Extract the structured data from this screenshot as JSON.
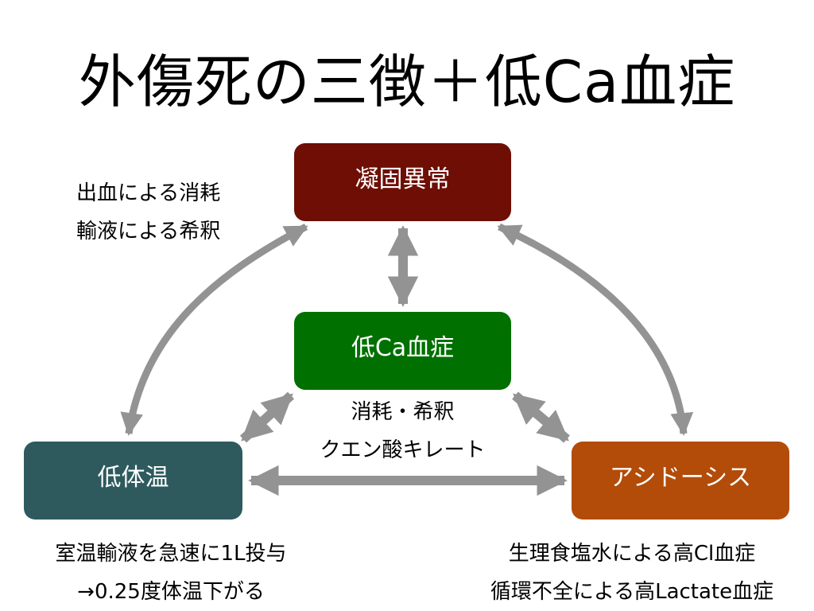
{
  "title": "外傷死の三徴＋低Ca血症",
  "nodes": {
    "coagulopathy": {
      "label": "凝固異常",
      "color": "#6e0e05"
    },
    "hypocalcemia": {
      "label": "低Ca血症",
      "color": "#007000"
    },
    "hypothermia": {
      "label": "低体温",
      "color": "#2e5a5e"
    },
    "acidosis": {
      "label": "アシドーシス",
      "color": "#b24c08"
    }
  },
  "notes": {
    "coagulopathy": [
      "出血による消耗",
      "輸液による希釈"
    ],
    "hypocalcemia": [
      "消耗・希釈",
      "クエン酸キレート"
    ],
    "hypothermia": [
      "室温輸液を急速に1L投与",
      "→0.25度体温下がる"
    ],
    "acidosis": [
      "生理食塩水による高Cl血症",
      "循環不全による高Lactate血症"
    ]
  },
  "edges": [
    {
      "from": "coagulopathy",
      "to": "hypocalcemia",
      "direction": "both"
    },
    {
      "from": "coagulopathy",
      "to": "hypothermia",
      "direction": "both"
    },
    {
      "from": "coagulopathy",
      "to": "acidosis",
      "direction": "both"
    },
    {
      "from": "hypocalcemia",
      "to": "hypothermia",
      "direction": "both"
    },
    {
      "from": "hypocalcemia",
      "to": "acidosis",
      "direction": "both"
    },
    {
      "from": "hypothermia",
      "to": "acidosis",
      "direction": "both"
    }
  ],
  "arrow_color": "#939393"
}
